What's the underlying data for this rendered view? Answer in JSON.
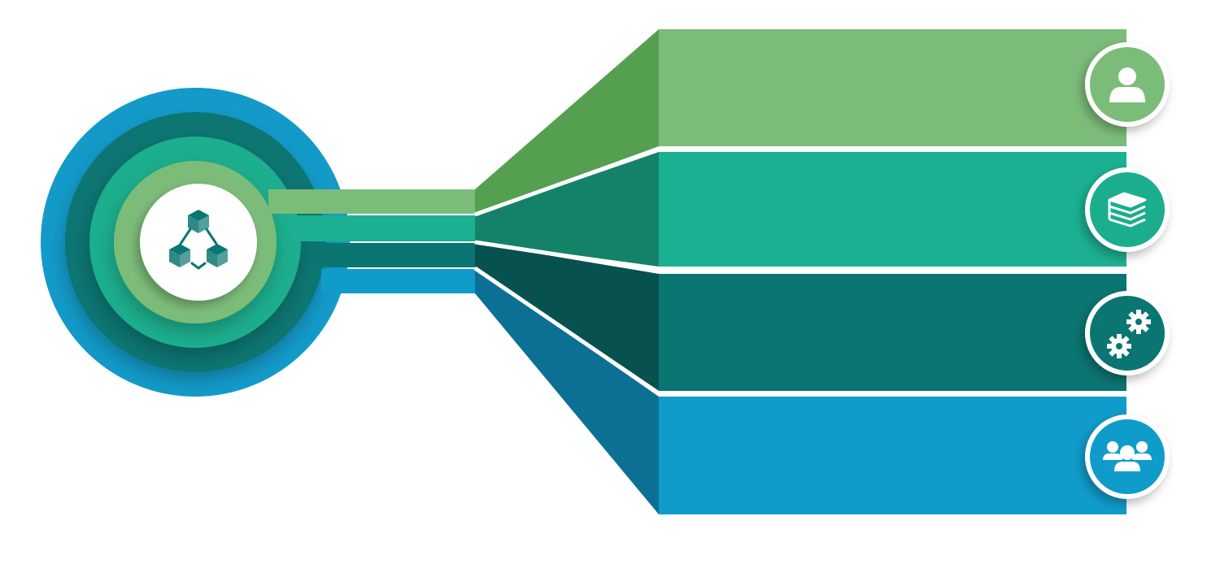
{
  "diagram": {
    "hub": {
      "icon": "network-blocks-icon"
    },
    "branches": [
      {
        "id": "person",
        "icon": "person-icon",
        "front": "#7CBC79",
        "side": "#54A050",
        "ring": "#7CBC79"
      },
      {
        "id": "books",
        "icon": "books-stack-icon",
        "front": "#1BB091",
        "side": "#148268",
        "ring": "#1AAE8D"
      },
      {
        "id": "gears",
        "icon": "gears-icon",
        "front": "#0B7572",
        "side": "#07514F",
        "ring": "#0B7572"
      },
      {
        "id": "group",
        "icon": "user-group-icon",
        "front": "#109CCB",
        "side": "#0C7095",
        "ring": "#109CCB"
      }
    ],
    "hub_rings": [
      "#139AC9",
      "#0B7572",
      "#1AAE8D",
      "#7CBC79"
    ],
    "hub_icon_color": "#0B7572",
    "background": "#FFFFFF"
  }
}
